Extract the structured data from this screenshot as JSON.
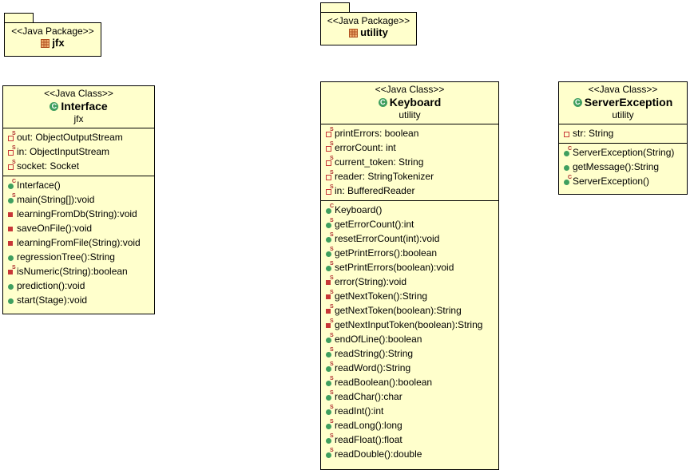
{
  "packages": [
    {
      "id": "pkg-jfx",
      "stereotype": "<<Java Package>>",
      "name": "jfx"
    },
    {
      "id": "pkg-utility",
      "stereotype": "<<Java Package>>",
      "name": "utility"
    }
  ],
  "classes": {
    "interface": {
      "stereotype": "<<Java Class>>",
      "name": "Interface",
      "package": "jfx",
      "attributes": [
        {
          "text": "out: ObjectOutputStream",
          "vis": "private",
          "mod": "S"
        },
        {
          "text": "in: ObjectInputStream",
          "vis": "private",
          "mod": "S"
        },
        {
          "text": "socket: Socket",
          "vis": "private",
          "mod": "S"
        }
      ],
      "operations": [
        {
          "text": "Interface()",
          "vis": "public",
          "mod": "C"
        },
        {
          "text": "main(String[]):void",
          "vis": "public",
          "mod": "S"
        },
        {
          "text": "learningFromDb(String):void",
          "vis": "private-solid",
          "mod": ""
        },
        {
          "text": "saveOnFile():void",
          "vis": "private-solid",
          "mod": ""
        },
        {
          "text": "learningFromFile(String):void",
          "vis": "private-solid",
          "mod": ""
        },
        {
          "text": "regressionTree():String",
          "vis": "public",
          "mod": ""
        },
        {
          "text": "isNumeric(String):boolean",
          "vis": "private-solid",
          "mod": "S"
        },
        {
          "text": "prediction():void",
          "vis": "public",
          "mod": ""
        },
        {
          "text": "start(Stage):void",
          "vis": "public",
          "mod": ""
        }
      ]
    },
    "keyboard": {
      "stereotype": "<<Java Class>>",
      "name": "Keyboard",
      "package": "utility",
      "attributes": [
        {
          "text": "printErrors: boolean",
          "vis": "private",
          "mod": "S"
        },
        {
          "text": "errorCount: int",
          "vis": "private",
          "mod": "S"
        },
        {
          "text": "current_token: String",
          "vis": "private",
          "mod": "S"
        },
        {
          "text": "reader: StringTokenizer",
          "vis": "private",
          "mod": "S"
        },
        {
          "text": "in: BufferedReader",
          "vis": "private",
          "mod": "S"
        }
      ],
      "operations": [
        {
          "text": "Keyboard()",
          "vis": "public",
          "mod": "C"
        },
        {
          "text": "getErrorCount():int",
          "vis": "public",
          "mod": "S"
        },
        {
          "text": "resetErrorCount(int):void",
          "vis": "public",
          "mod": "S"
        },
        {
          "text": "getPrintErrors():boolean",
          "vis": "public",
          "mod": "S"
        },
        {
          "text": "setPrintErrors(boolean):void",
          "vis": "public",
          "mod": "S"
        },
        {
          "text": "error(String):void",
          "vis": "private-solid",
          "mod": "S"
        },
        {
          "text": "getNextToken():String",
          "vis": "private-solid",
          "mod": "S"
        },
        {
          "text": "getNextToken(boolean):String",
          "vis": "private-solid",
          "mod": "S"
        },
        {
          "text": "getNextInputToken(boolean):String",
          "vis": "private-solid",
          "mod": "S"
        },
        {
          "text": "endOfLine():boolean",
          "vis": "public",
          "mod": "S"
        },
        {
          "text": "readString():String",
          "vis": "public",
          "mod": "S"
        },
        {
          "text": "readWord():String",
          "vis": "public",
          "mod": "S"
        },
        {
          "text": "readBoolean():boolean",
          "vis": "public",
          "mod": "S"
        },
        {
          "text": "readChar():char",
          "vis": "public",
          "mod": "S"
        },
        {
          "text": "readInt():int",
          "vis": "public",
          "mod": "S"
        },
        {
          "text": "readLong():long",
          "vis": "public",
          "mod": "S"
        },
        {
          "text": "readFloat():float",
          "vis": "public",
          "mod": "S"
        },
        {
          "text": "readDouble():double",
          "vis": "public",
          "mod": "S"
        }
      ]
    },
    "serverexception": {
      "stereotype": "<<Java Class>>",
      "name": "ServerException",
      "package": "utility",
      "attributes": [
        {
          "text": "str: String",
          "vis": "private",
          "mod": ""
        }
      ],
      "operations": [
        {
          "text": "ServerException(String)",
          "vis": "public",
          "mod": "C"
        },
        {
          "text": "getMessage():String",
          "vis": "public",
          "mod": ""
        },
        {
          "text": "ServerException()",
          "vis": "public",
          "mod": "C"
        }
      ]
    }
  },
  "colors": {
    "fill": "#ffffcc",
    "public_icon": "#3f9f5f",
    "private_icon": "#c83737"
  }
}
